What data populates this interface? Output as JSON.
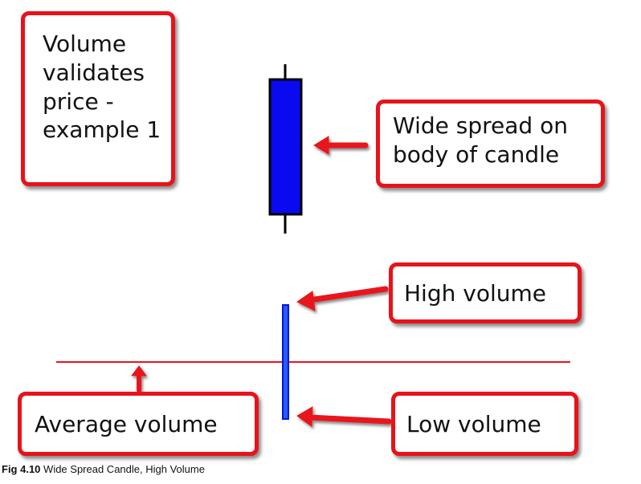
{
  "callouts": {
    "title": [
      "Volume",
      "validates",
      "price -",
      "example 1"
    ],
    "spread": [
      "Wide spread on",
      "body of candle"
    ],
    "high_volume": "High volume",
    "average_volume": "Average volume",
    "low_volume": "Low volume"
  },
  "caption": {
    "figure_label": "Fig 4.10",
    "text": "Wide Spread Candle, High Volume"
  },
  "colors": {
    "accent_red": "#e8131a",
    "candle_blue": "#0a0af0",
    "volume_bar_blue": "#1030f0"
  }
}
